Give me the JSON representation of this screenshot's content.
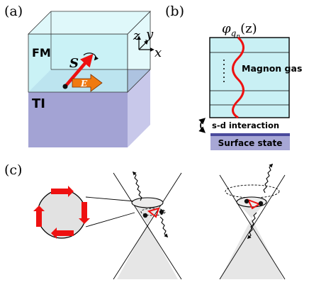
{
  "panel_a": {
    "label": "(a)",
    "fm": "FM",
    "ti": "TI",
    "spin": "S",
    "field": "E",
    "axis_z": "z",
    "axis_y": "y",
    "axis_x": "x"
  },
  "panel_b": {
    "label": "(b)",
    "phi_main": "φ",
    "phi_sub": "q",
    "phi_subsub": "n",
    "phi_arg": "(z)",
    "magnon": "Magnon gas",
    "interaction": "s-d interaction",
    "surface": "Surface state"
  },
  "panel_c": {
    "label": "(c)"
  },
  "colors": {
    "fm_fill": "#c9f2f6",
    "ti_fill": "#a4a4d6",
    "ti_dark": "#4a4aa6",
    "surface": "#a7a7d5",
    "surface_dark": "#4a4a9c",
    "magnon_fill": "#c9f0f4",
    "red": "#ee1111",
    "orange": "#f07a10",
    "cone": "#e4e4e4"
  }
}
